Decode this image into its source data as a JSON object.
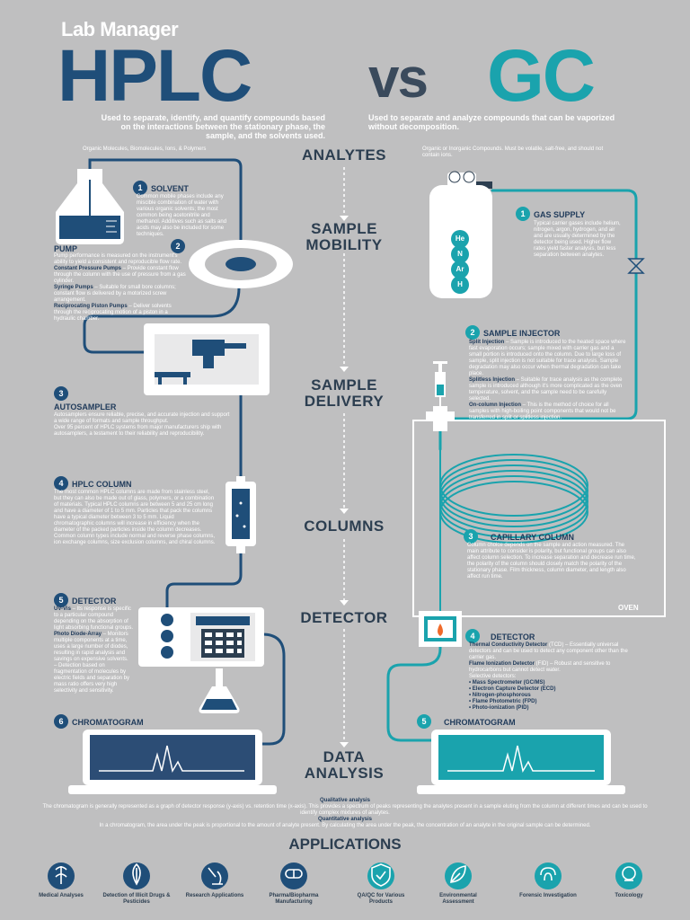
{
  "brand": "Lab Manager",
  "title": {
    "left": "HPLC",
    "mid": "vs",
    "right": "GC"
  },
  "intro": {
    "hplc": "Used to separate, identify, and quantify compounds based on the interactions between the stationary phase, the sample, and the solvents used.",
    "gc": "Used to separate and analyze compounds that can be vaporized without decomposition."
  },
  "analytes": {
    "hplc": "Organic Molecules, Biomolecules, Ions, & Polymers",
    "gc": "Organic or Inorganic Compounds. Must be volatile, salt-free, and should not contain ions."
  },
  "stages": {
    "analytes": "ANALYTES",
    "mobility": [
      "SAMPLE",
      "MOBILITY"
    ],
    "delivery": [
      "SAMPLE",
      "DELIVERY"
    ],
    "columns": "COLUMNS",
    "detector": "DETECTOR",
    "data": [
      "DATA",
      "ANALYSIS"
    ]
  },
  "hplc": {
    "solvent": {
      "num": "1",
      "title": "SOLVENT",
      "text": "Common mobile phases include any miscible combination of water with various organic solvents; the most common being acetonitrile and methanol. Additives such as salts and acids may also be included for some techniques."
    },
    "pump": {
      "num": "2",
      "title": "PUMP",
      "text": "Pump performance is measured on the instrument's ability to yield a consistent and reproducible flow rate.",
      "types": [
        {
          "name": "Constant Pressure Pumps",
          "text": " – Provide constant flow through the column with the use of pressure from a gas cylinder."
        },
        {
          "name": "Syringe Pumps",
          "text": " – Suitable for small bore columns; constant flow is delivered by a motorized screw arrangement."
        },
        {
          "name": "Reciprocating Piston Pumps",
          "text": " – Deliver solvents through the reciprocating motion of a piston in a hydraulic chamber."
        }
      ]
    },
    "autosampler": {
      "num": "3",
      "title": "AUTOSAMPLER",
      "text": "Autosamplers ensure reliable, precise, and accurate injection and support a wide range of formats and sample throughput.",
      "text2": "Over 95 percent of HPLC systems from major manufacturers ship with autosamplers, a testament to their reliability and reproducibility."
    },
    "column": {
      "num": "4",
      "title": "HPLC COLUMN",
      "text": "The most common HPLC columns are made from stainless steel, but they can also be made out of glass, polymers, or a combination of materials. Typical HPLC columns are between 5 and 25 cm long and have a diameter of 1 to 5 mm. Particles that pack the columns have a typical diameter between 3 to 5 mm. Liquid chromatographic columns will increase in efficiency when the diameter of the packed particles inside the column decreases.",
      "text2": "Common column types include normal and reverse phase columns, ion exchange columns, size exclusion columns, and chiral columns."
    },
    "detector": {
      "num": "5",
      "title": "DETECTOR",
      "items": [
        {
          "name": "UV-Vis",
          "text": " – Its response is specific to a particular compound depending on the absorption of light absorbing functional groups."
        },
        {
          "name": "Photo Diode-Array",
          "text": " – Monitors multiple components at a time, uses a large number of diodes, resulting in rapid analysis and savings on expensive solvents."
        },
        {
          "name": "",
          "text": "– Detection based on fragmentation of molecules by electric fields and separation by mass ratio offers very high selectivity and sensitivity."
        }
      ]
    },
    "chromatogram": {
      "num": "6",
      "title": "CHROMATOGRAM"
    }
  },
  "gc": {
    "gas": {
      "num": "1",
      "title": "GAS SUPPLY",
      "text": "Typical carrier gases include helium, nitrogen, argon, hydrogen, and air and are usually determined by the detector being used. Higher flow rates yield faster analysis, but less separation between analytes.",
      "labels": [
        "He",
        "N",
        "Ar",
        "H"
      ]
    },
    "injector": {
      "num": "2",
      "title": "SAMPLE INJECTOR",
      "items": [
        {
          "name": "Split Injection",
          "text": " – Sample is introduced to the heated space where fast evaporation occurs; sample mixed with carrier gas and a small portion is introduced onto the column. Due to large loss of sample, split injection is not suitable for trace analysis. Sample degradation may also occur when thermal degradation can take place."
        },
        {
          "name": "Splitless Injection",
          "text": " – Suitable for trace analysis as the complete sample is introduced although it's more complicated as the oven temperature, solvent, and the sample need to be carefully selected."
        },
        {
          "name": "On-column Injection",
          "text": " – This is the method of choice for all samples with high-boiling point components that would not be transferred in split or splitless injection."
        }
      ]
    },
    "column": {
      "num": "3",
      "title": "CAPILLARY COLUMN",
      "text": "Column choice depends on the sample and action measured. The main attribute to consider is polarity, but functional groups can also affect column selection. To increase separation and decrease run time, the polarity of the column should closely match the polarity of the stationary phase. Film thickness, column diameter, and length also affect run time."
    },
    "oven": "OVEN",
    "detector": {
      "num": "4",
      "title": "DETECTOR",
      "items": [
        {
          "name": "Thermal Conductivity Detector",
          "text": " (TCD) – Essentially universal detectors and can be used to detect any component other than the carrier gas."
        },
        {
          "name": "Flame Ionization Detector",
          "text": " (FID) – Robust and sensitive to hydrocarbons but cannot detect water."
        }
      ],
      "other_label": "Selective detectors:",
      "selective": [
        "Mass Spectrometer (GC/MS)",
        "Electron Capture Detector (ECD)",
        "Nitrogen-phosphorous",
        "Flame Photometric (FPD)",
        "Photo-ionization (PID)"
      ]
    },
    "chromatogram": {
      "num": "5",
      "title": "CHROMATOGRAM"
    }
  },
  "data_analysis": {
    "qual_title": "Qualitative analysis",
    "qual_text": "The chromatogram is generally represented as a graph of detector response (y-axis) vs. retention time (x-axis). This provides a spectrum of peaks representing the analytes present in a sample eluting from the column at different times and can be used to identify complex mixtures of analytes.",
    "quant_title": "Quantitative analysis",
    "quant_text": "In a chromatogram, the area under the peak is proportional to the amount of analyte present. By calculating the area under the peak, the concentration of an analyte in the original sample can be determined."
  },
  "applications": {
    "title": "APPLICATIONS",
    "items": [
      {
        "label": "Medical Analyses",
        "icon": "caduceus-icon",
        "side": "hplc"
      },
      {
        "label": "Detection of Illicit Drugs & Pesticides",
        "icon": "leaf-icon",
        "side": "hplc"
      },
      {
        "label": "Research Applications",
        "icon": "microscope-icon",
        "side": "hplc"
      },
      {
        "label": "Pharma/Biopharma Manufacturing",
        "icon": "pill-icon",
        "side": "hplc"
      },
      {
        "label": "QA/QC for Various Products",
        "icon": "shield-check-icon",
        "side": "gc"
      },
      {
        "label": "Environmental Assessment",
        "icon": "eco-leaf-icon",
        "side": "gc"
      },
      {
        "label": "Forensic Investigation",
        "icon": "fingerprint-icon",
        "side": "gc"
      },
      {
        "label": "Toxicology",
        "icon": "skull-icon",
        "side": "gc"
      }
    ]
  },
  "colors": {
    "navy": "#1f4e79",
    "teal": "#1aa3ad",
    "bg": "#bfbfc0",
    "dark": "#2c3e50"
  }
}
